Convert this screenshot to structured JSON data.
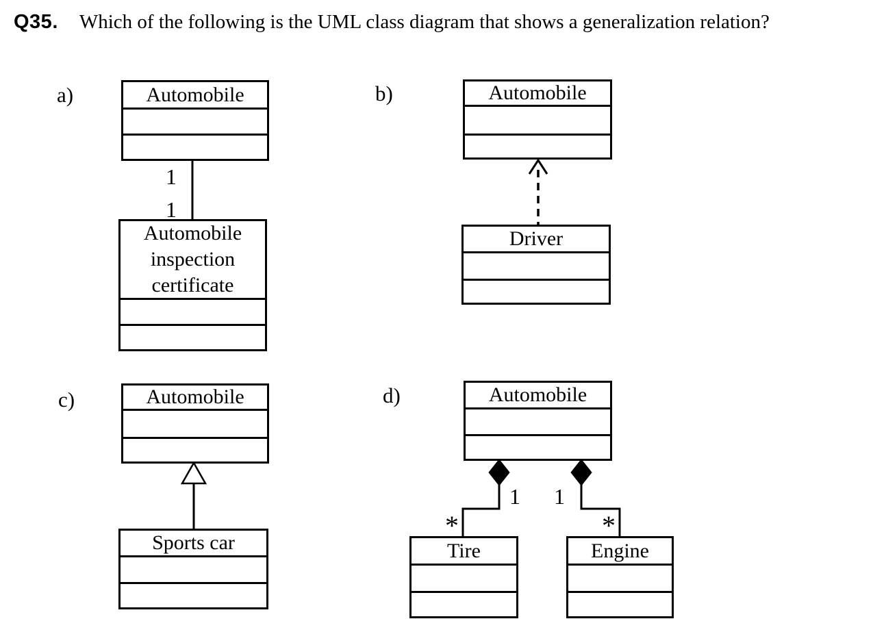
{
  "question": {
    "number": "Q35.",
    "text": "Which of the following is the UML class diagram that shows a generalization relation?"
  },
  "options": {
    "a": {
      "label": "a)",
      "relation": "association",
      "top_class": "Automobile",
      "bottom_class": "Automobile inspection certificate",
      "multiplicity_upper": "1",
      "multiplicity_lower": "1"
    },
    "b": {
      "label": "b)",
      "relation": "dependency",
      "top_class": "Automobile",
      "bottom_class": "Driver"
    },
    "c": {
      "label": "c)",
      "relation": "generalization",
      "top_class": "Automobile",
      "bottom_class": "Sports car"
    },
    "d": {
      "label": "d)",
      "relation": "composition",
      "top_class": "Automobile",
      "left_class": "Tire",
      "right_class": "Engine",
      "left_near_multiplicity": "1",
      "left_far_multiplicity": "*",
      "right_near_multiplicity": "1",
      "right_far_multiplicity": "*"
    }
  },
  "colors": {
    "ink": "#000000",
    "background": "#ffffff"
  }
}
